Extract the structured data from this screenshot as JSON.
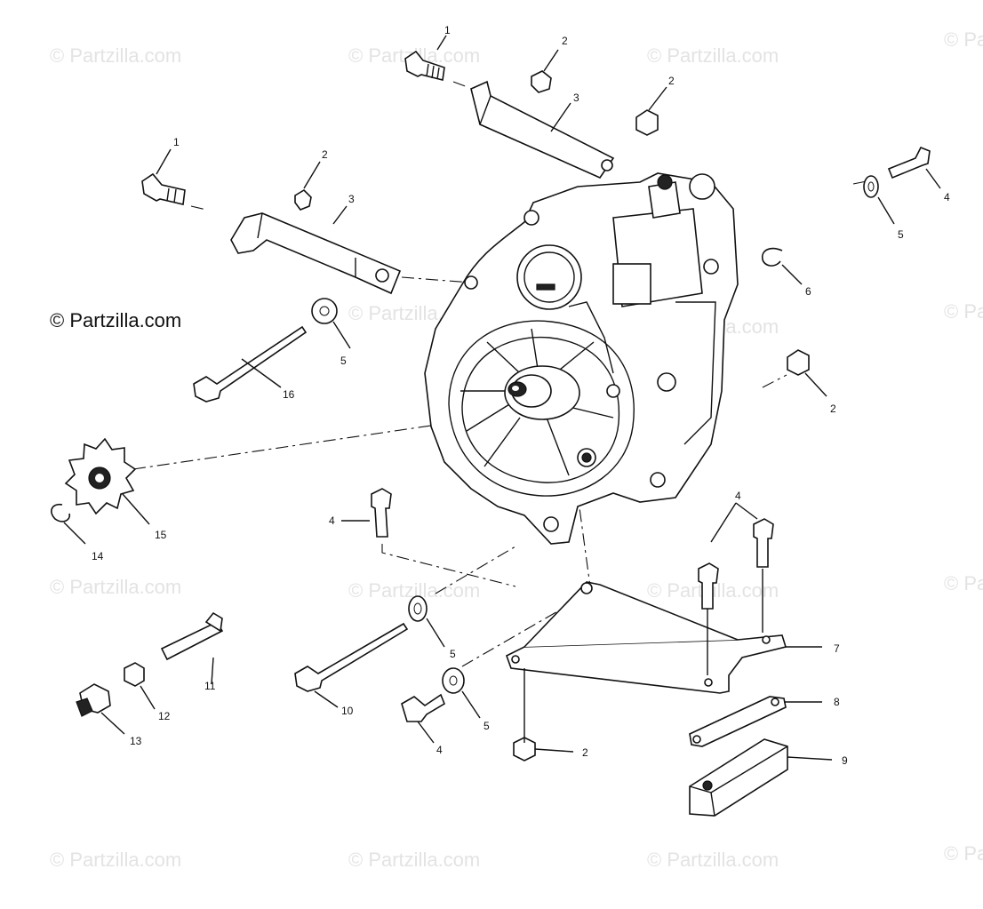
{
  "brand_text": "© Partzilla.com",
  "watermark_text": "© Partzilla.com",
  "callouts": [
    "1",
    "2",
    "3",
    "1",
    "2",
    "3",
    "2",
    "4",
    "5",
    "6",
    "5",
    "16",
    "2",
    "15",
    "14",
    "4",
    "4",
    "7",
    "5",
    "8",
    "11",
    "12",
    "13",
    "10",
    "4",
    "5",
    "2",
    "9"
  ]
}
